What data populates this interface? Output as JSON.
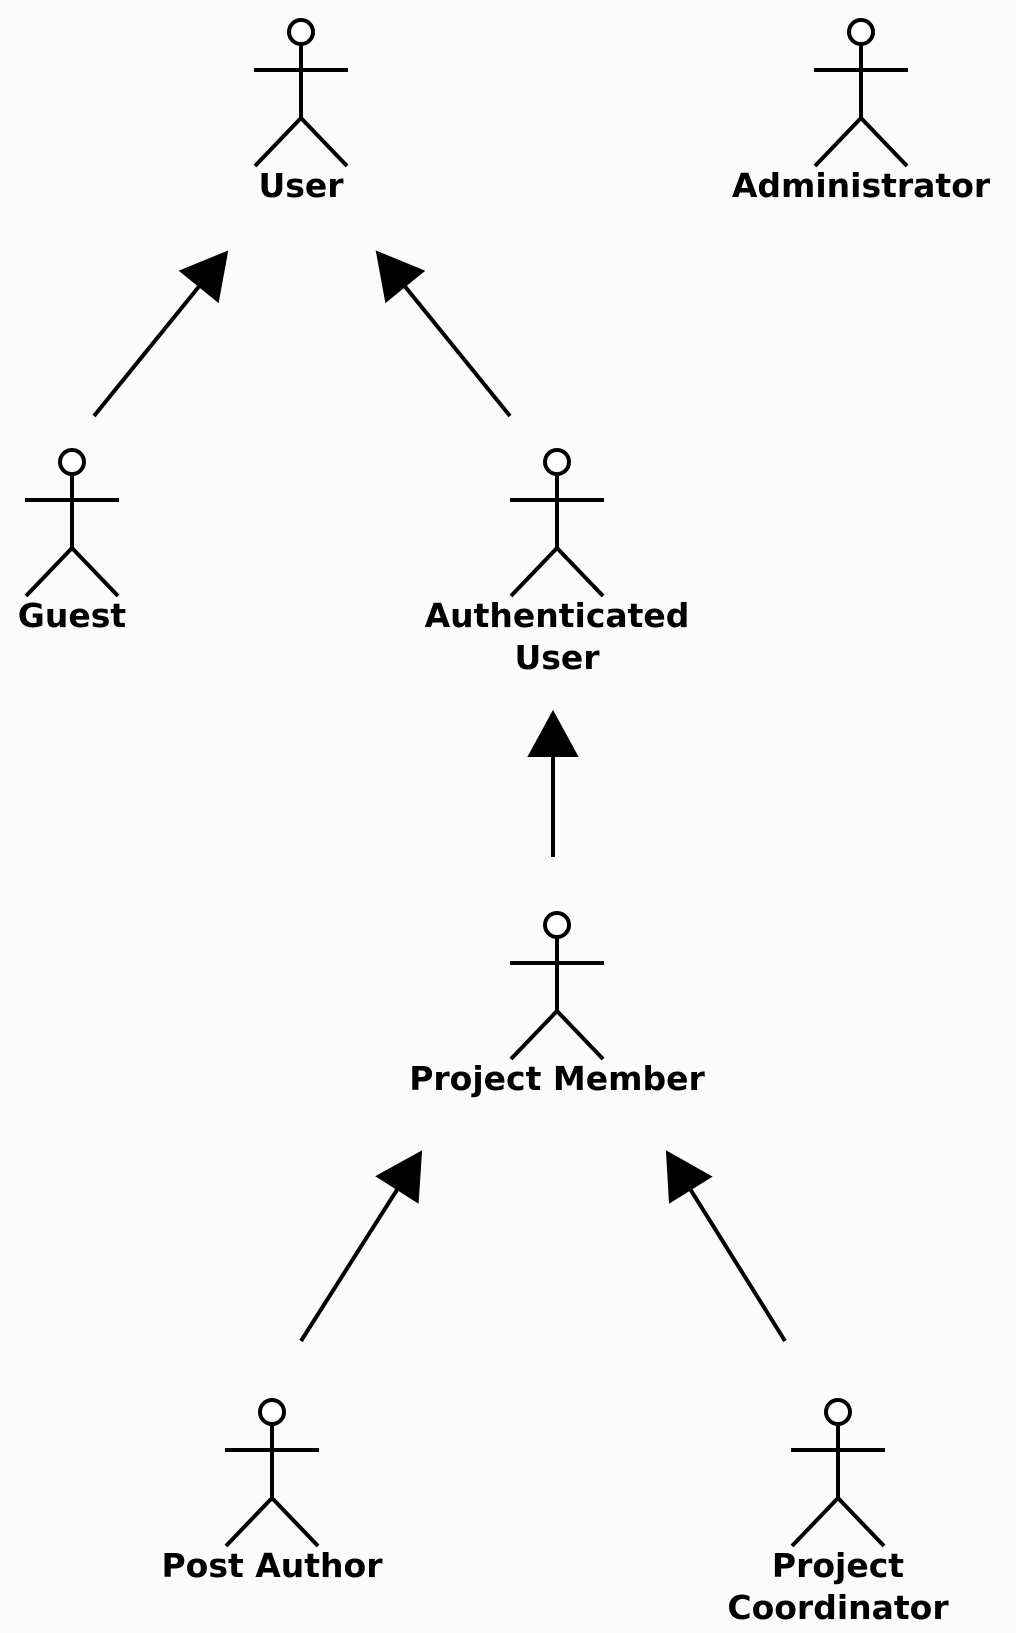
{
  "diagram": {
    "type": "use-case-actor-generalization",
    "actors": [
      {
        "id": "user",
        "label": "User"
      },
      {
        "id": "administrator",
        "label": "Administrator"
      },
      {
        "id": "guest",
        "label": "Guest"
      },
      {
        "id": "authenticated-user",
        "label": "Authenticated\nUser"
      },
      {
        "id": "project-member",
        "label": "Project Member"
      },
      {
        "id": "post-author",
        "label": "Post Author"
      },
      {
        "id": "project-coordinator",
        "label": "Project\nCoordinator"
      }
    ],
    "generalizations": [
      {
        "from": "guest",
        "to": "user"
      },
      {
        "from": "authenticated-user",
        "to": "user"
      },
      {
        "from": "project-member",
        "to": "authenticated-user"
      },
      {
        "from": "post-author",
        "to": "project-member"
      },
      {
        "from": "project-coordinator",
        "to": "project-member"
      }
    ]
  }
}
